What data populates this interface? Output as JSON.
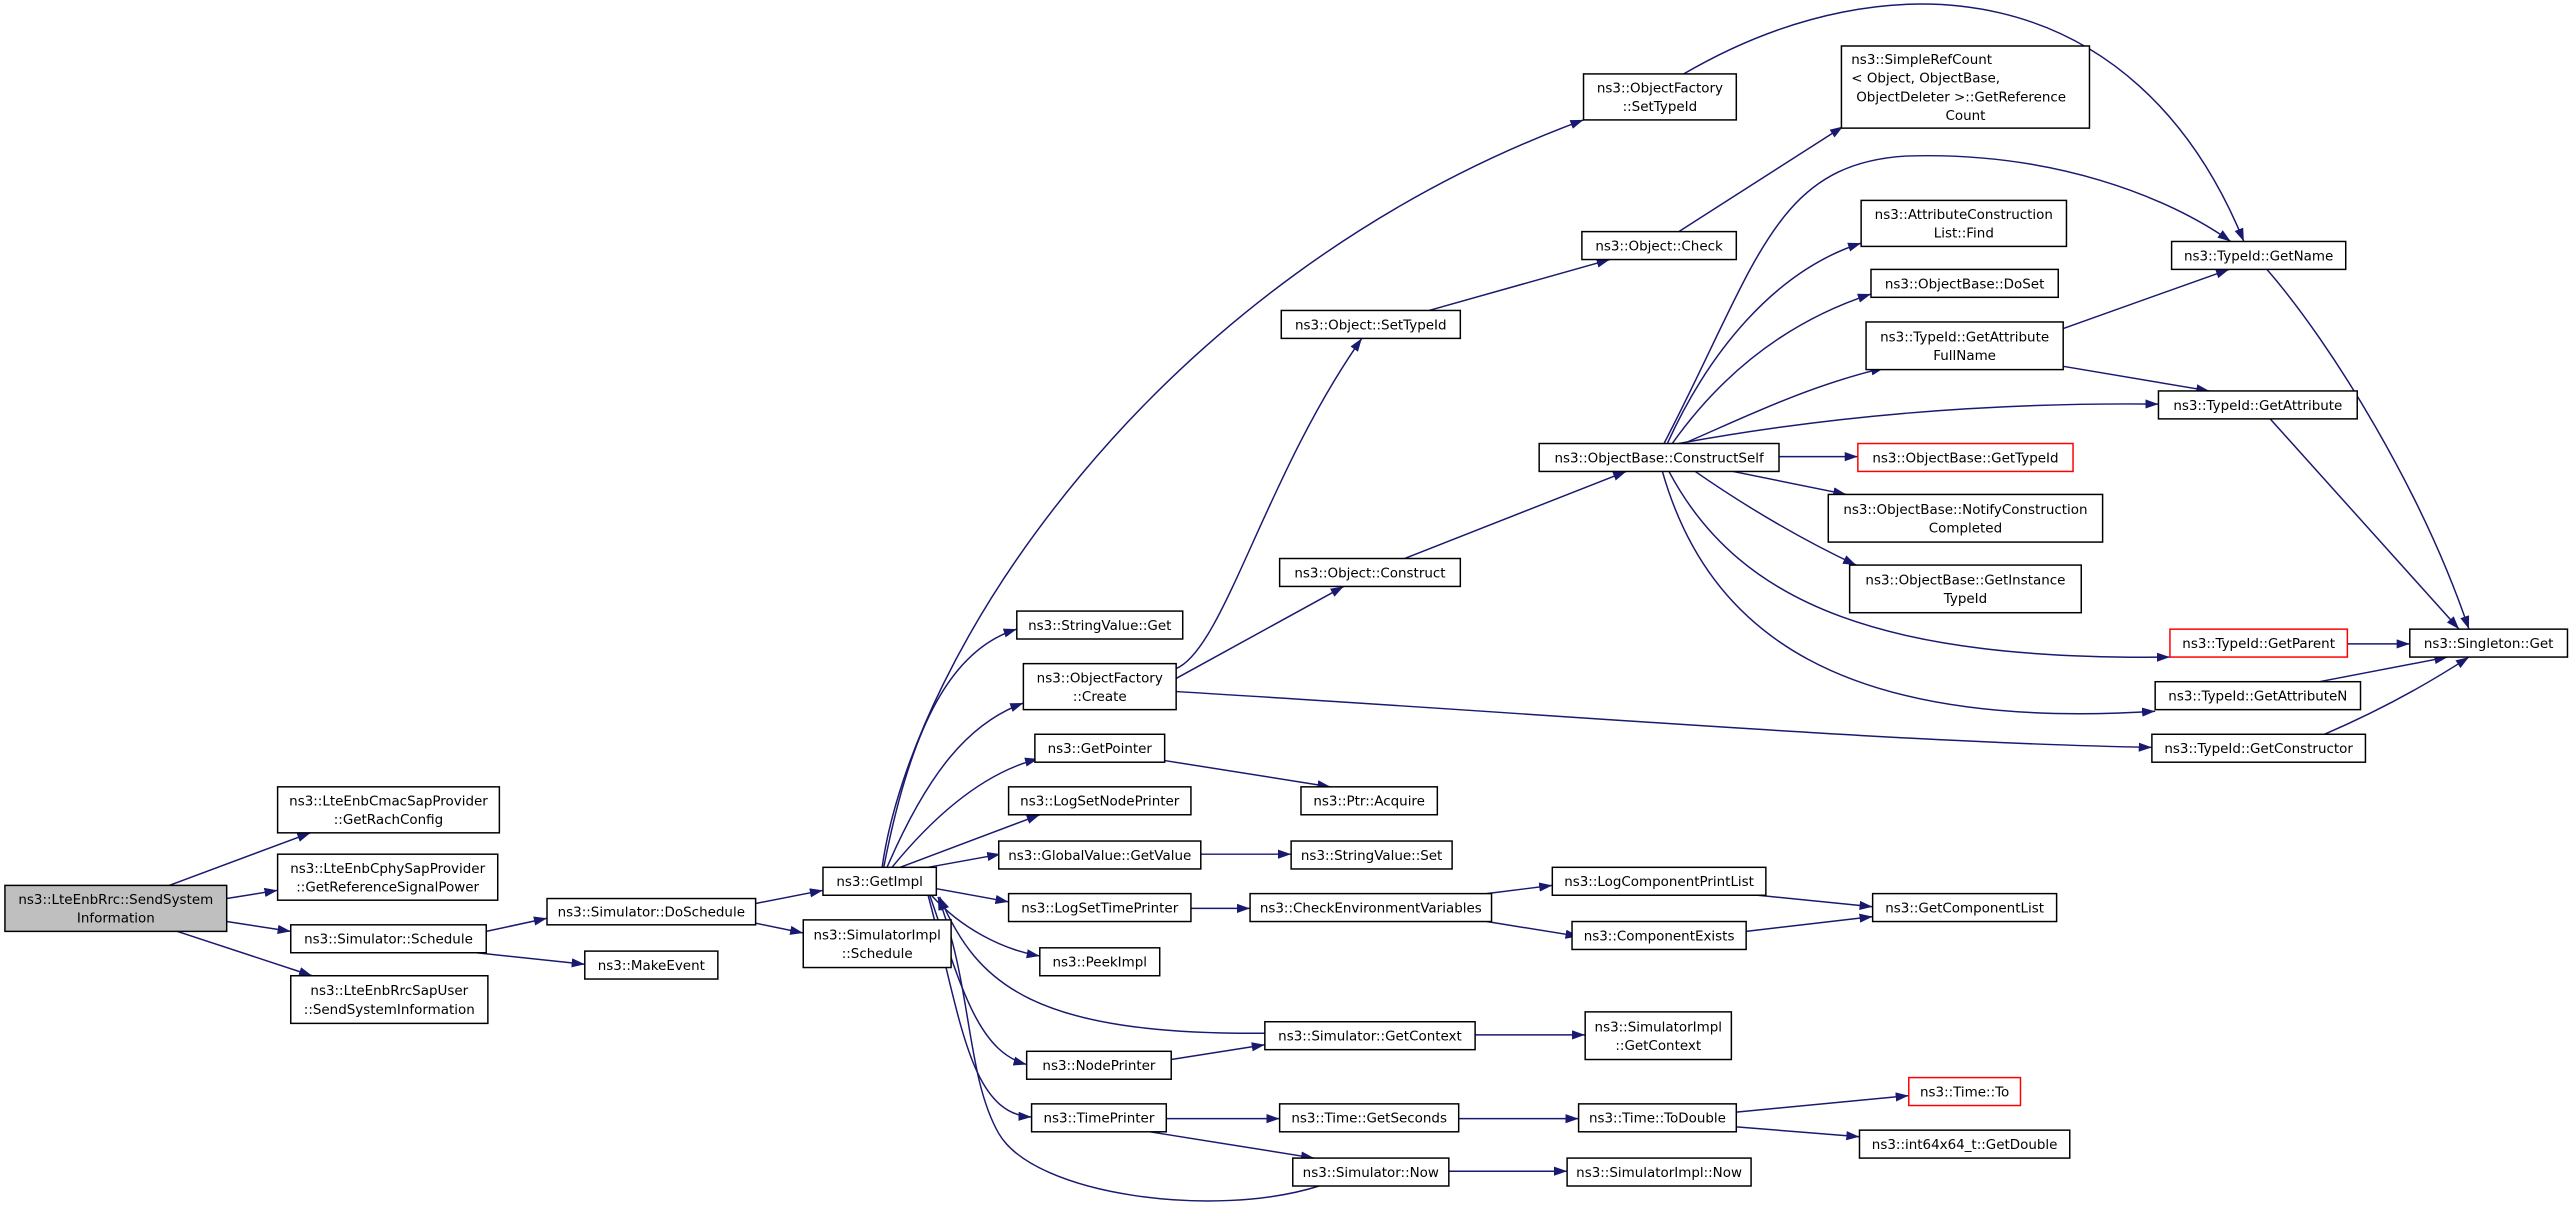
{
  "colors": {
    "background": "#ffffff",
    "edge": "#191970",
    "node_fill": "#ffffff",
    "node_border": "#000000",
    "root_fill": "#bfbfbf",
    "truncated_border": "#ff0000"
  },
  "graph": {
    "nodes": [
      {
        "label": [
          "ns3::LteEnbRrc::SendSystem",
          "Information"
        ],
        "root": true
      },
      {
        "label": [
          "ns3::LteEnbCmacSapProvider",
          "::GetRachConfig"
        ]
      },
      {
        "label": [
          "ns3::LteEnbCphySapProvider",
          "::GetReferenceSignalPower"
        ]
      },
      {
        "label": [
          "ns3::Simulator::Schedule"
        ]
      },
      {
        "label": [
          "ns3::LteEnbRrcSapUser",
          "::SendSystemInformation"
        ]
      },
      {
        "label": [
          "ns3::Simulator::DoSchedule"
        ]
      },
      {
        "label": [
          "ns3::MakeEvent"
        ]
      },
      {
        "label": [
          "ns3::GetImpl"
        ]
      },
      {
        "label": [
          "ns3::SimulatorImpl",
          "::Schedule"
        ]
      },
      {
        "label": [
          "ns3::ObjectFactory",
          "::SetTypeId"
        ]
      },
      {
        "label": [
          "ns3::StringValue::Get"
        ]
      },
      {
        "label": [
          "ns3::ObjectFactory",
          "::Create"
        ]
      },
      {
        "label": [
          "ns3::GetPointer"
        ]
      },
      {
        "label": [
          "ns3::LogSetNodePrinter"
        ]
      },
      {
        "label": [
          "ns3::GlobalValue::GetValue"
        ]
      },
      {
        "label": [
          "ns3::LogSetTimePrinter"
        ]
      },
      {
        "label": [
          "ns3::PeekImpl"
        ]
      },
      {
        "label": [
          "ns3::NodePrinter"
        ]
      },
      {
        "label": [
          "ns3::TimePrinter"
        ]
      },
      {
        "label": [
          "ns3::SimpleRefCount",
          "< Object, ObjectBase,",
          "ObjectDeleter >::GetReference",
          "Count"
        ]
      },
      {
        "label": [
          "ns3::Object::Check"
        ]
      },
      {
        "label": [
          "ns3::Object::SetTypeId"
        ]
      },
      {
        "label": [
          "ns3::Object::Construct"
        ]
      },
      {
        "label": [
          "ns3::ObjectBase::ConstructSelf"
        ]
      },
      {
        "label": [
          "ns3::AttributeConstruction",
          "List::Find"
        ]
      },
      {
        "label": [
          "ns3::ObjectBase::DoSet"
        ]
      },
      {
        "label": [
          "ns3::TypeId::GetAttribute",
          "FullName"
        ]
      },
      {
        "label": [
          "ns3::ObjectBase::GetTypeId"
        ],
        "truncated": true
      },
      {
        "label": [
          "ns3::ObjectBase::NotifyConstruction",
          "Completed"
        ]
      },
      {
        "label": [
          "ns3::ObjectBase::GetInstance",
          "TypeId"
        ]
      },
      {
        "label": [
          "ns3::TypeId::GetName"
        ]
      },
      {
        "label": [
          "ns3::TypeId::GetAttribute"
        ]
      },
      {
        "label": [
          "ns3::TypeId::GetParent"
        ],
        "truncated": true
      },
      {
        "label": [
          "ns3::TypeId::GetAttributeN"
        ]
      },
      {
        "label": [
          "ns3::TypeId::GetConstructor"
        ]
      },
      {
        "label": [
          "ns3::Singleton::Get"
        ]
      },
      {
        "label": [
          "ns3::Ptr::Acquire"
        ]
      },
      {
        "label": [
          "ns3::StringValue::Set"
        ]
      },
      {
        "label": [
          "ns3::CheckEnvironmentVariables"
        ]
      },
      {
        "label": [
          "ns3::LogComponentPrintList"
        ]
      },
      {
        "label": [
          "ns3::ComponentExists"
        ]
      },
      {
        "label": [
          "ns3::GetComponentList"
        ]
      },
      {
        "label": [
          "ns3::Simulator::GetContext"
        ]
      },
      {
        "label": [
          "ns3::SimulatorImpl",
          "::GetContext"
        ]
      },
      {
        "label": [
          "ns3::Time::GetSeconds"
        ]
      },
      {
        "label": [
          "ns3::Time::ToDouble"
        ]
      },
      {
        "label": [
          "ns3::Time::To"
        ],
        "truncated": true
      },
      {
        "label": [
          "ns3::int64x64_t::GetDouble"
        ]
      },
      {
        "label": [
          "ns3::Simulator::Now"
        ]
      },
      {
        "label": [
          "ns3::SimulatorImpl::Now"
        ]
      }
    ],
    "edges": [
      [
        0,
        1
      ],
      [
        0,
        2
      ],
      [
        0,
        3
      ],
      [
        0,
        4
      ],
      [
        3,
        5
      ],
      [
        3,
        6
      ],
      [
        5,
        7
      ],
      [
        5,
        8
      ],
      [
        7,
        9
      ],
      [
        7,
        10
      ],
      [
        7,
        11
      ],
      [
        7,
        12
      ],
      [
        7,
        13
      ],
      [
        7,
        14
      ],
      [
        7,
        15
      ],
      [
        7,
        16
      ],
      [
        7,
        17
      ],
      [
        7,
        18
      ],
      [
        9,
        30
      ],
      [
        11,
        21
      ],
      [
        11,
        22
      ],
      [
        11,
        34
      ],
      [
        21,
        20
      ],
      [
        20,
        19
      ],
      [
        22,
        23
      ],
      [
        23,
        24
      ],
      [
        23,
        25
      ],
      [
        23,
        26
      ],
      [
        23,
        27
      ],
      [
        23,
        28
      ],
      [
        23,
        29
      ],
      [
        23,
        30
      ],
      [
        23,
        31
      ],
      [
        23,
        32
      ],
      [
        23,
        33
      ],
      [
        26,
        30
      ],
      [
        26,
        31
      ],
      [
        30,
        35
      ],
      [
        31,
        35
      ],
      [
        32,
        35
      ],
      [
        33,
        35
      ],
      [
        34,
        35
      ],
      [
        12,
        36
      ],
      [
        14,
        37
      ],
      [
        15,
        38
      ],
      [
        38,
        39
      ],
      [
        38,
        40
      ],
      [
        39,
        41
      ],
      [
        40,
        41
      ],
      [
        17,
        42
      ],
      [
        42,
        7
      ],
      [
        42,
        43
      ],
      [
        18,
        44
      ],
      [
        18,
        48
      ],
      [
        44,
        45
      ],
      [
        45,
        46
      ],
      [
        45,
        47
      ],
      [
        48,
        49
      ],
      [
        48,
        7
      ]
    ]
  }
}
